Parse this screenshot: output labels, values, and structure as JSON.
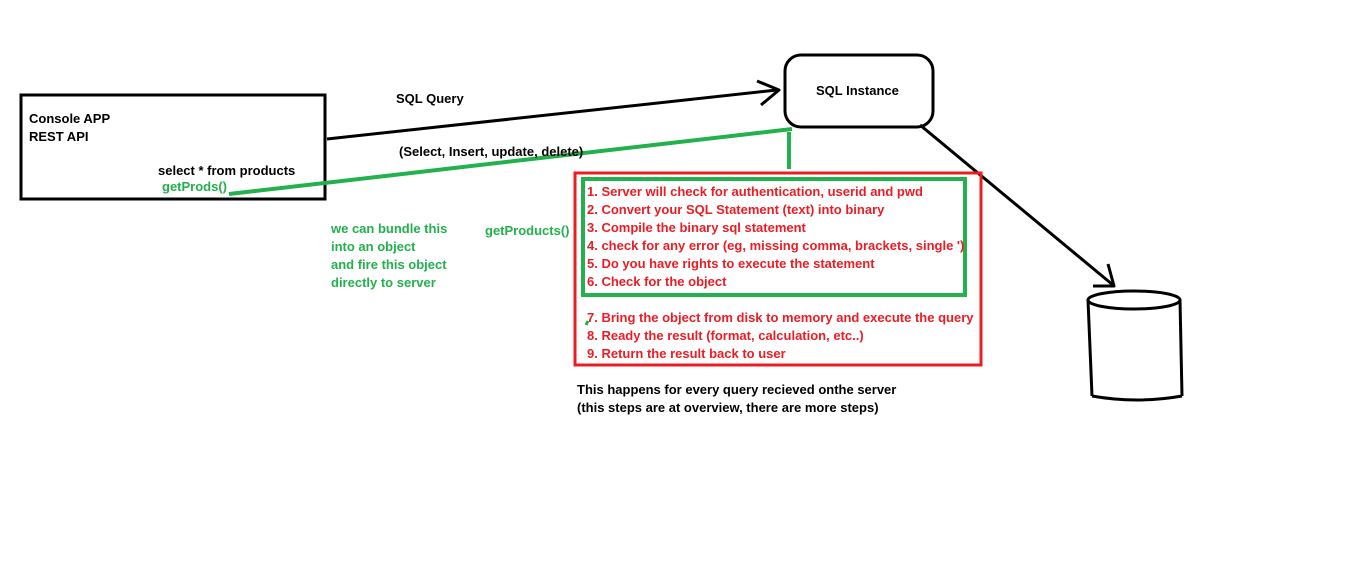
{
  "colors": {
    "ink": "#000000",
    "green": "#22b14c",
    "red": "#ed1c24"
  },
  "client_box": {
    "line1": "Console APP",
    "line2": "REST API",
    "query": "select * from products",
    "method": "getProds()"
  },
  "arrow_labels": {
    "sql_query": "SQL Query",
    "operations": "(Select, Insert, update, delete)"
  },
  "server": {
    "label": "SQL Instance"
  },
  "green_note": {
    "lines": [
      "we can bundle this",
      "into an object",
      "and fire this object",
      "directly to server"
    ]
  },
  "procedure_label": "getProducts()",
  "steps": {
    "cached": [
      "1. Server will check for authentication, userid and pwd",
      "2. Convert your SQL Statement (text) into binary",
      "3. Compile the binary sql statement",
      "4. check for any error (eg, missing comma, brackets, single ')",
      "5. Do you have rights to execute the statement",
      "6. Check for the object"
    ],
    "execution": [
      "7. Bring the object from disk to memory and execute the query",
      "8. Ready the result (format, calculation, etc..)",
      "9. Return the result back to user"
    ]
  },
  "footer": {
    "line1": "This happens for every query recieved onthe server",
    "line2": "(this steps are at overview, there are more steps)"
  }
}
